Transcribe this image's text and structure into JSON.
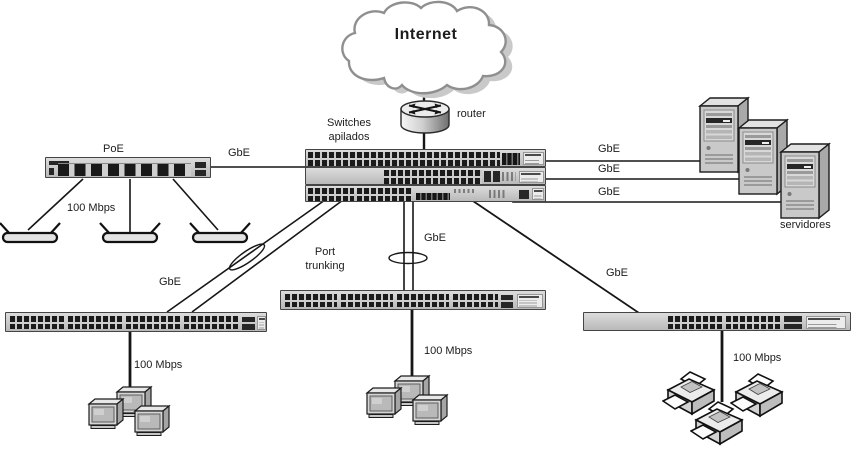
{
  "labels": {
    "internet": "Internet",
    "router": "router",
    "stacked_switches": "Switches apilados",
    "poe": "PoE",
    "gbe": "GbE",
    "fast_ethernet": "100 Mbps",
    "port_trunking": "Port trunking",
    "servers": "servidores"
  },
  "devices": {
    "internet_cloud": 1,
    "router": 1,
    "stacked_core_switches": 3,
    "poe_switch": 1,
    "access_points": 3,
    "servers": 3,
    "edge_switches": 3,
    "workstations": 6,
    "printers": 3
  },
  "links": {
    "gigabit_label_count": 7,
    "fast_ethernet_label_count": 4,
    "port_trunk_groups": 2
  },
  "colors": {
    "background": "#ffffff",
    "line": "#161616",
    "device_gray": "#cccccc",
    "port_dark": "#1b1b1b"
  }
}
